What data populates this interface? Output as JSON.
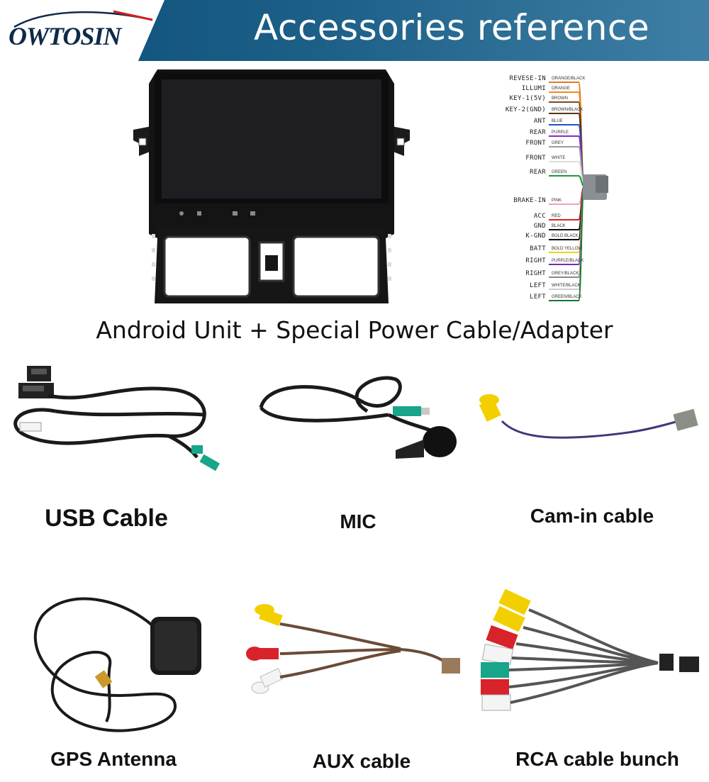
{
  "header": {
    "logo_text": "OWTOSIN",
    "title": "Accessories reference"
  },
  "main_product": {
    "caption": "Android Unit + Special Power Cable/Adapter",
    "wiring_labels": [
      {
        "name": "REVESE-IN",
        "color": "ORANGE/BLACK",
        "hex": "#e07b20"
      },
      {
        "name": "ILLUMI",
        "color": "ORANGE",
        "hex": "#f08a1c"
      },
      {
        "name": "KEY-1(5V)",
        "color": "BROWN",
        "hex": "#7a4a1e"
      },
      {
        "name": "KEY-2(GND)",
        "color": "BROWN/BLACK",
        "hex": "#5a3614"
      },
      {
        "name": "ANT",
        "color": "BLUE",
        "hex": "#1f4fd0"
      },
      {
        "name": "REAR",
        "color": "PURPLE",
        "hex": "#8a2bc2"
      },
      {
        "name": "FRONT",
        "color": "GREY",
        "hex": "#9a9a9a"
      },
      {
        "name": "FRONT",
        "color": "WHITE",
        "hex": "#dddddd"
      },
      {
        "name": "REAR",
        "color": "GREEN",
        "hex": "#1a9a3a"
      },
      {
        "name": "BRAKE-IN",
        "color": "PINK",
        "hex": "#f2a0c0"
      },
      {
        "name": "ACC",
        "color": "RED",
        "hex": "#e02020"
      },
      {
        "name": "GND",
        "color": "BLACK",
        "hex": "#111111"
      },
      {
        "name": "K-GND",
        "color": "BOLD BLACK",
        "hex": "#000000"
      },
      {
        "name": "BATT",
        "color": "BOLD YELLOW",
        "hex": "#f2d21a"
      },
      {
        "name": "RIGHT",
        "color": "PURPLE/BLACK",
        "hex": "#7a2ab0"
      },
      {
        "name": "RIGHT",
        "color": "GREY/BLACK",
        "hex": "#888888"
      },
      {
        "name": "LEFT",
        "color": "WHITE/BLACK",
        "hex": "#cccccc"
      },
      {
        "name": "LEFT",
        "color": "GREEN/BLACK",
        "hex": "#157a30"
      }
    ]
  },
  "accessories": [
    {
      "label": "USB Cable"
    },
    {
      "label": "MIC"
    },
    {
      "label": "Cam-in cable"
    },
    {
      "label": "GPS Antenna"
    },
    {
      "label": "AUX cable"
    },
    {
      "label": "RCA cable bunch"
    }
  ],
  "colors": {
    "banner": "#1a5a85",
    "rca_yellow": "#f2d000",
    "rca_red": "#d8232a",
    "rca_white": "#f4f4f4",
    "rca_green": "#18a58a"
  }
}
